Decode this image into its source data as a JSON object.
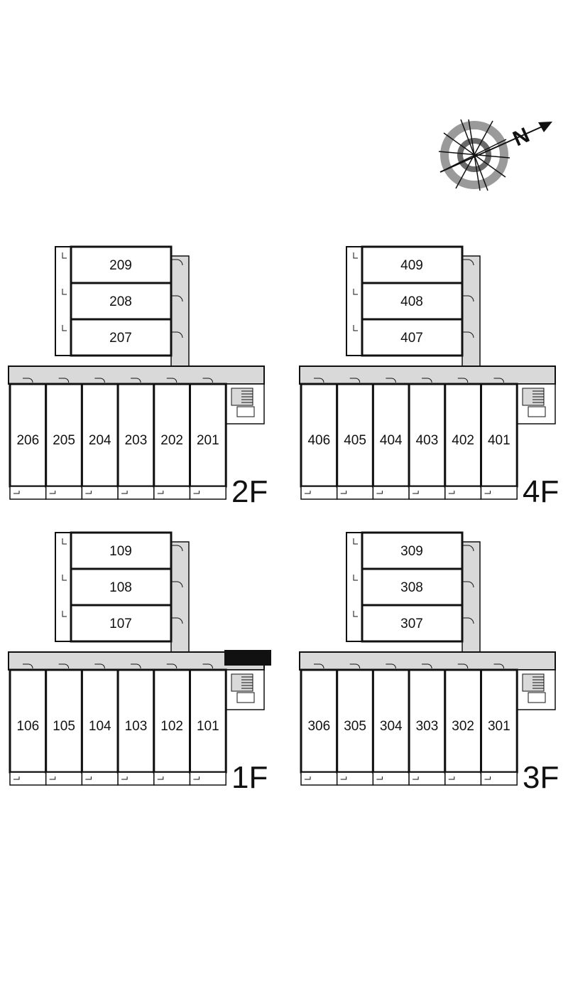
{
  "compass": {
    "north_label": "N",
    "icon": "compass-rose-icon"
  },
  "floors": [
    {
      "label": "2F",
      "upper_units": [
        "209",
        "208",
        "207"
      ],
      "lower_units": [
        "206",
        "205",
        "204",
        "203",
        "202",
        "201"
      ]
    },
    {
      "label": "4F",
      "upper_units": [
        "409",
        "408",
        "407"
      ],
      "lower_units": [
        "406",
        "405",
        "404",
        "403",
        "402",
        "401"
      ]
    },
    {
      "label": "1F",
      "upper_units": [
        "109",
        "108",
        "107"
      ],
      "lower_units": [
        "106",
        "105",
        "104",
        "103",
        "102",
        "101"
      ]
    },
    {
      "label": "3F",
      "upper_units": [
        "309",
        "308",
        "307"
      ],
      "lower_units": [
        "306",
        "305",
        "304",
        "303",
        "302",
        "301"
      ]
    }
  ],
  "colors": {
    "wall": "#111111",
    "corridor": "#d9d9d9",
    "background": "#ffffff",
    "compass_ring": "#9a9a9a"
  }
}
